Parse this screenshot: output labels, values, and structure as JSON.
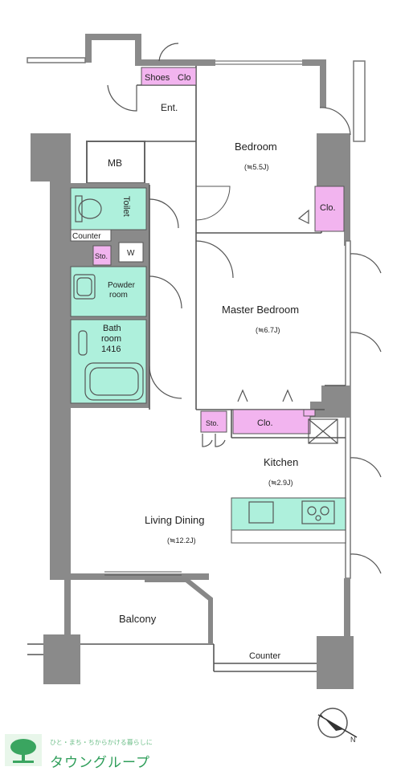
{
  "rooms": {
    "shoes": "Shoes",
    "clo_entry": "Clo",
    "entrance": "Ent.",
    "mb": "MB",
    "bedroom": "Bedroom",
    "bedroom_size": "(≒5.5J)",
    "clo_bedroom": "Clo.",
    "toilet": "Toilet",
    "counter_wc": "Counter",
    "sto_small": "Sto.",
    "washer": "W",
    "powder_room_1": "Powder",
    "powder_room_2": "room",
    "bath_1": "Bath",
    "bath_2": "room",
    "bath_3": "1416",
    "master_bedroom": "Master Bedroom",
    "master_size": "(≒6.7J)",
    "sto_master": "Sto.",
    "clo_master": "Clo.",
    "kitchen": "Kitchen",
    "kitchen_size": "(≒2.9J)",
    "living_dining": "Living Dining",
    "living_size": "(≒12.2J)",
    "balcony": "Balcony",
    "counter_balcony": "Counter"
  },
  "colors": {
    "wall": "#8a8a8a",
    "wet_area": "#aef0dc",
    "storage": "#f2b4ef",
    "kitchen_counter": "#aef0dc",
    "line": "#555555"
  },
  "logo": {
    "tagline": "ひと・まち・ちからかける暮らしに",
    "company": "タウングループ"
  },
  "icons": {
    "compass": "north-arrow-icon",
    "stove": "stove-icon",
    "sink": "sink-icon"
  }
}
